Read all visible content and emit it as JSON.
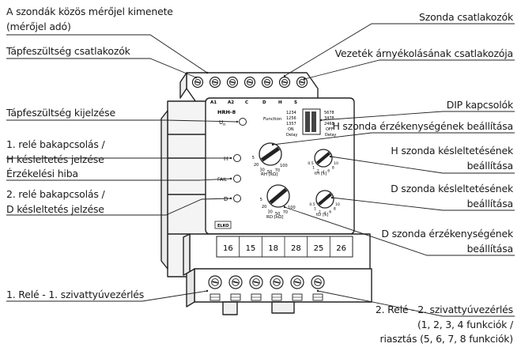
{
  "labels": {
    "common_signal_l1": "A szondák közös mérőjel kimenete",
    "common_signal_l2": "(mérőjel adó)",
    "probe_terminals": "Szonda csatlakozók",
    "supply_terminals": "Tápfeszültség csatlakozók",
    "shield_terminal": "Vezeték árnyékolásának csatlakozója",
    "supply_indicator": "Tápfeszültség kijelzése",
    "dip_switches": "DIP kapcsolók",
    "h_sens": "H szonda érzékenységének beállítása",
    "relay1_l1": "1. relé bakapcsolás /",
    "relay1_l2": "H késleltetés jelzése",
    "relay1_l3": "Érzékelési hiba",
    "relay2_l1": "2. relé bakapcsolás /",
    "relay2_l2": "D késleltetés jelzése",
    "h_delay_l1": "H szonda késleltetésének",
    "h_delay_l2": "beállítása",
    "d_delay_l1": "D szonda késleltetésének",
    "d_delay_l2": "beállítása",
    "d_sens_l1": "D szonda érzékenységének",
    "d_sens_l2": "beállítása",
    "relay1_pump": "1. Relé - 1. szivattyúvezérlés",
    "relay2_pump_l1": "2. Relé - 2. szivattyúvezérlés",
    "relay2_pump_l2": "(1, 2, 3, 4 funkciók /",
    "relay2_pump_l3": "riasztás (5, 6, 7, 8 funkciók)"
  },
  "device": {
    "model": "HRH-8",
    "un": "U",
    "un_sub": "n",
    "function_label": "Function",
    "func_rows": [
      "1234",
      "1256",
      "1357"
    ],
    "on": "ON",
    "delay": "Delay",
    "dip_right": [
      "5678",
      "3478",
      "2468"
    ],
    "off": "OFF",
    "led_h": "H",
    "led_fail": "FAIL",
    "led_d": "D",
    "rh_label": "RH [kΩ]",
    "rd_label": "RD [kΩ]",
    "th_label": "tH [s]",
    "td_label": "tD [s]",
    "brand": "ELKO",
    "terminal_numbers": [
      "16",
      "15",
      "18",
      "28",
      "25",
      "26"
    ],
    "top_marks": [
      "A1",
      "A2",
      "C",
      "D",
      "H",
      "S"
    ],
    "knob_min": "5",
    "knob_max": "100",
    "knob_scale": [
      "20",
      "30",
      "50",
      "70"
    ],
    "delay_min": "0.5",
    "delay_max": "10",
    "delay_scale": [
      "1",
      "2",
      "4",
      "6",
      "8"
    ]
  }
}
